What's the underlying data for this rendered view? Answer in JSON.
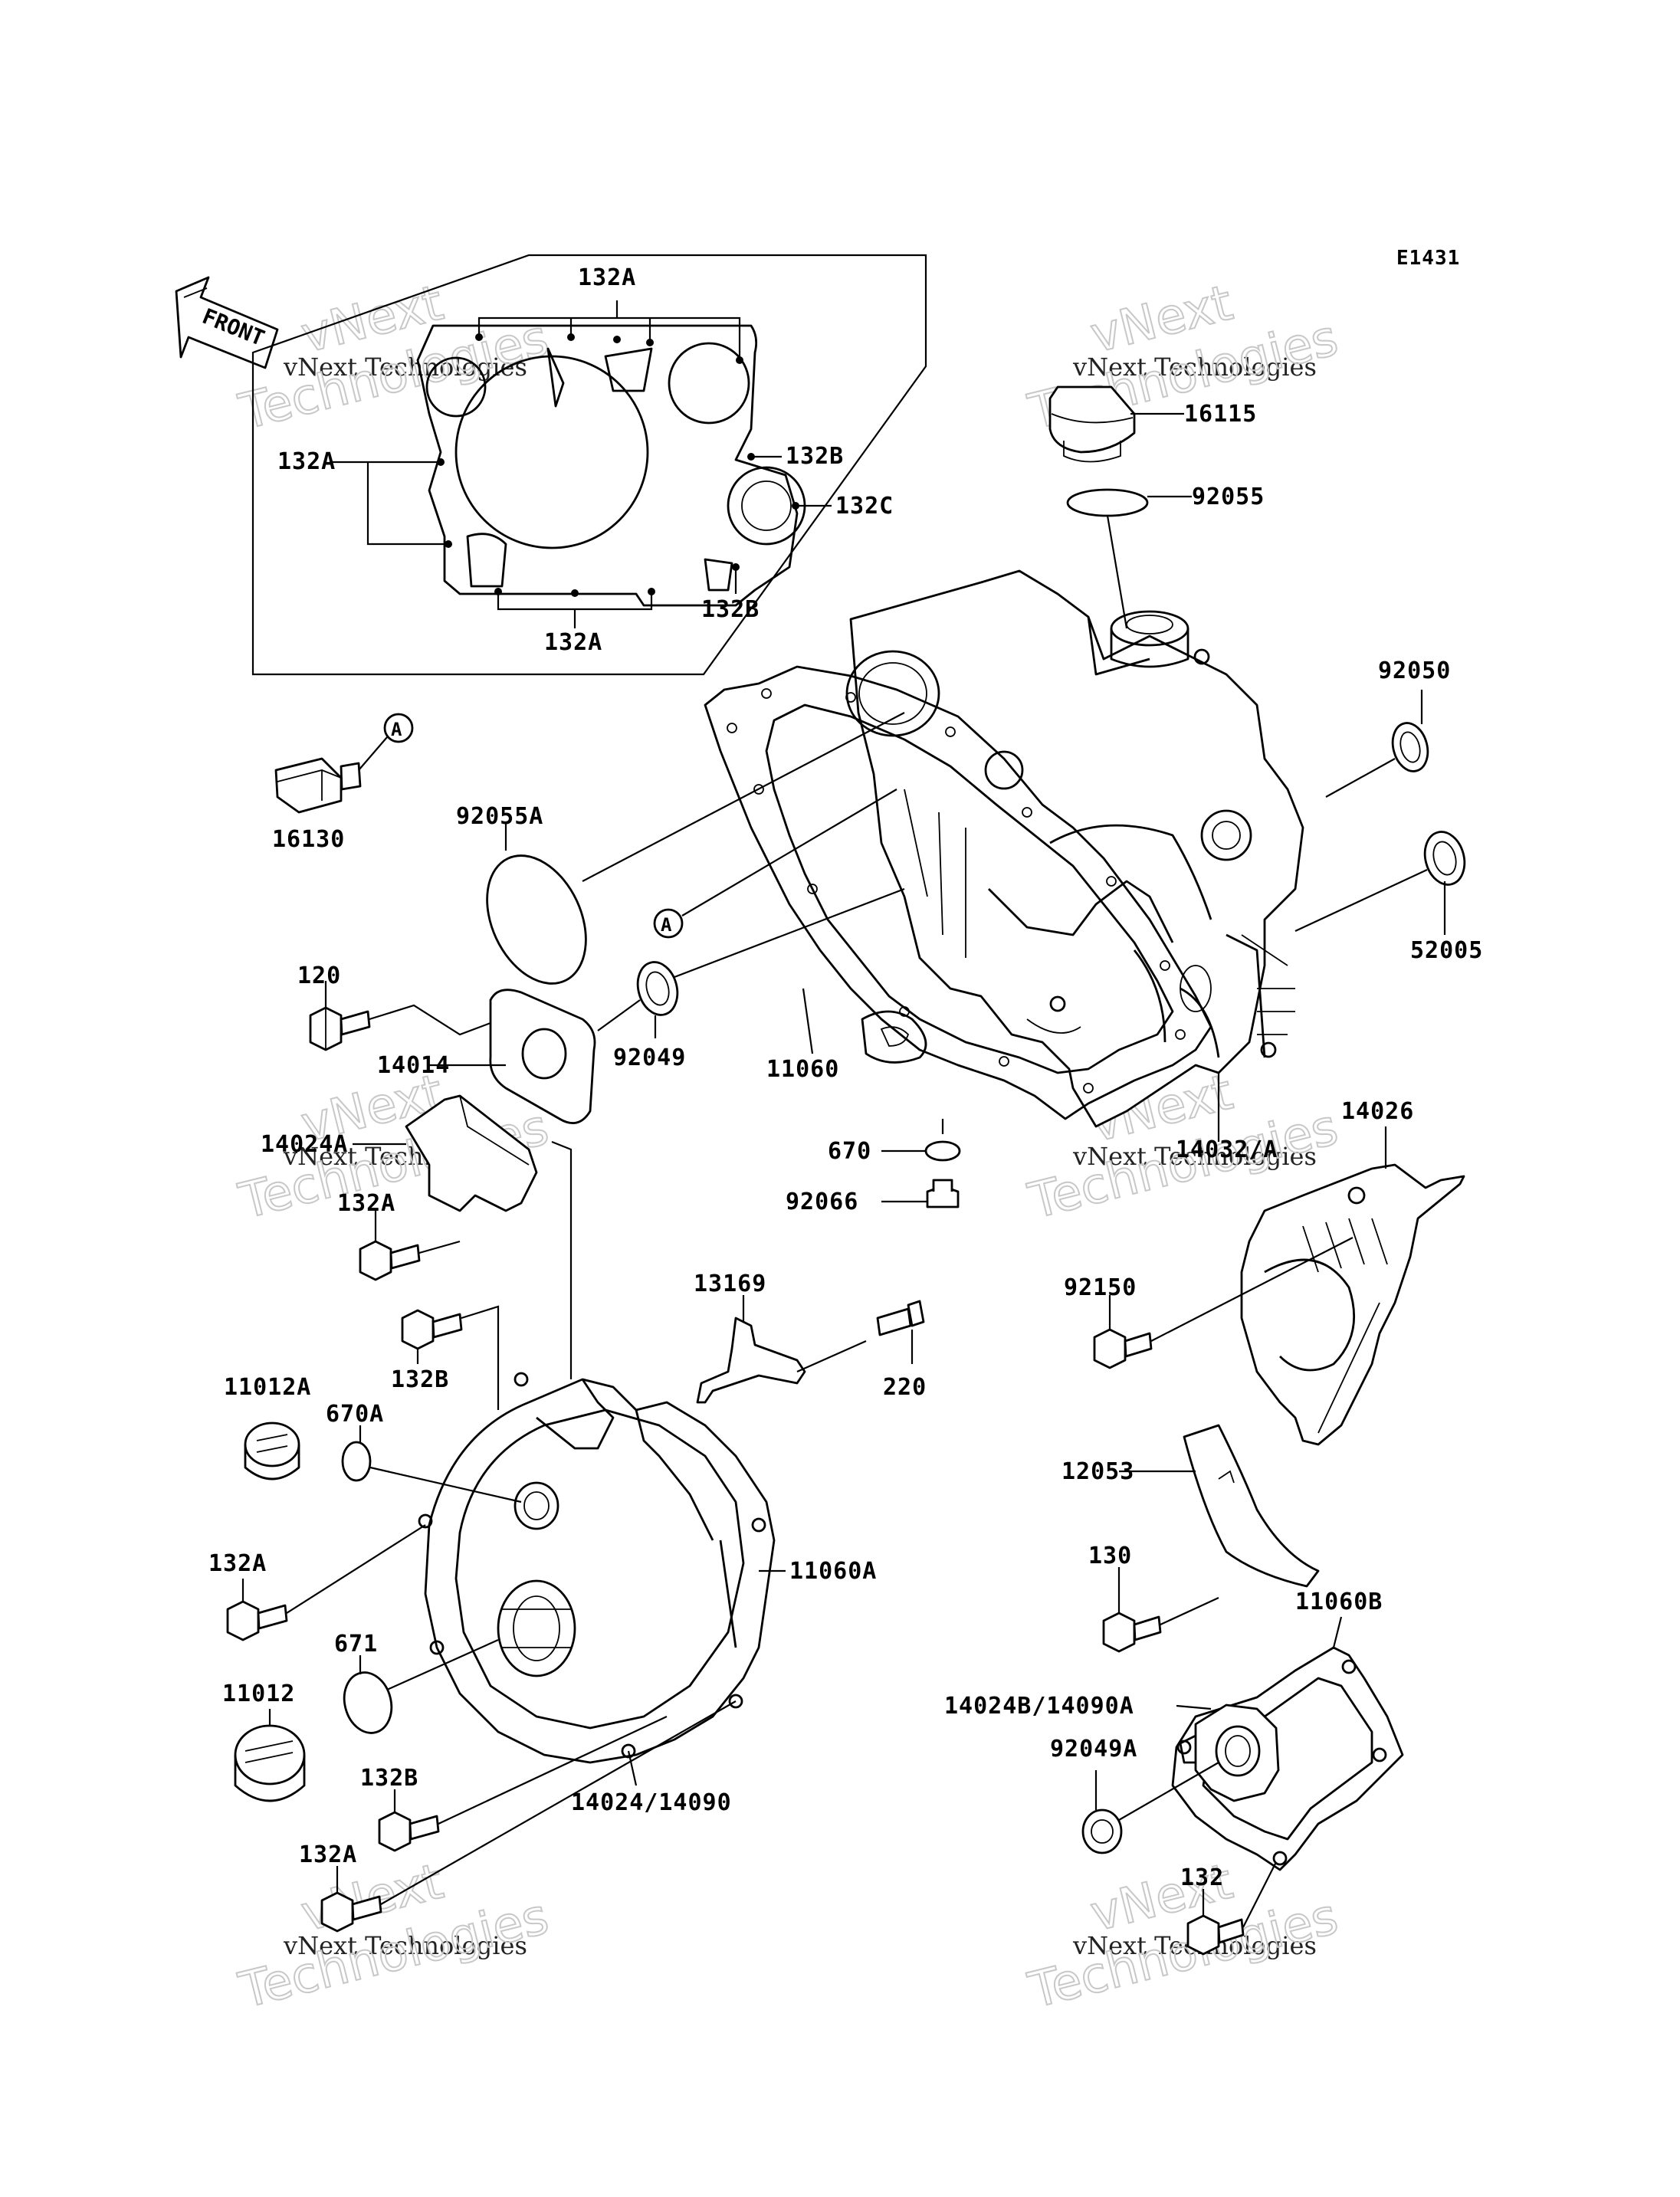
{
  "diagram_code": "E1431",
  "front_label": "FRONT",
  "callout_a": "A",
  "watermark": {
    "line1": "vNext",
    "line2": "vNext Technologies",
    "line3": "Technologies"
  },
  "parts": {
    "p132A_top": "132A",
    "p132A_left": "132A",
    "p132A_bottom": "132A",
    "p132B_right": "132B",
    "p132C": "132C",
    "p132B_lower": "132B",
    "p16115": "16115",
    "p92055": "92055",
    "p92050": "92050",
    "p52005": "52005",
    "p16130": "16130",
    "p92055A": "92055A",
    "p120": "120",
    "p14014": "14014",
    "p92049": "92049",
    "p11060": "11060",
    "p670": "670",
    "p92066": "92066",
    "p14032A": "14032/A",
    "p14026": "14026",
    "p14024A": "14024A",
    "p132A_mid": "132A",
    "p132B_mid": "132B",
    "p13169": "13169",
    "p220": "220",
    "p92150": "92150",
    "p11012A": "11012A",
    "p670A": "670A",
    "p11060A": "11060A",
    "p12053": "12053",
    "p132A_cover": "132A",
    "p130": "130",
    "p671": "671",
    "p11060B": "11060B",
    "p11012": "11012",
    "p14024B": "14024B/14090A",
    "p132B_low": "132B",
    "p92049A": "92049A",
    "p14024": "14024/14090",
    "p132A_low": "132A",
    "p132": "132"
  }
}
